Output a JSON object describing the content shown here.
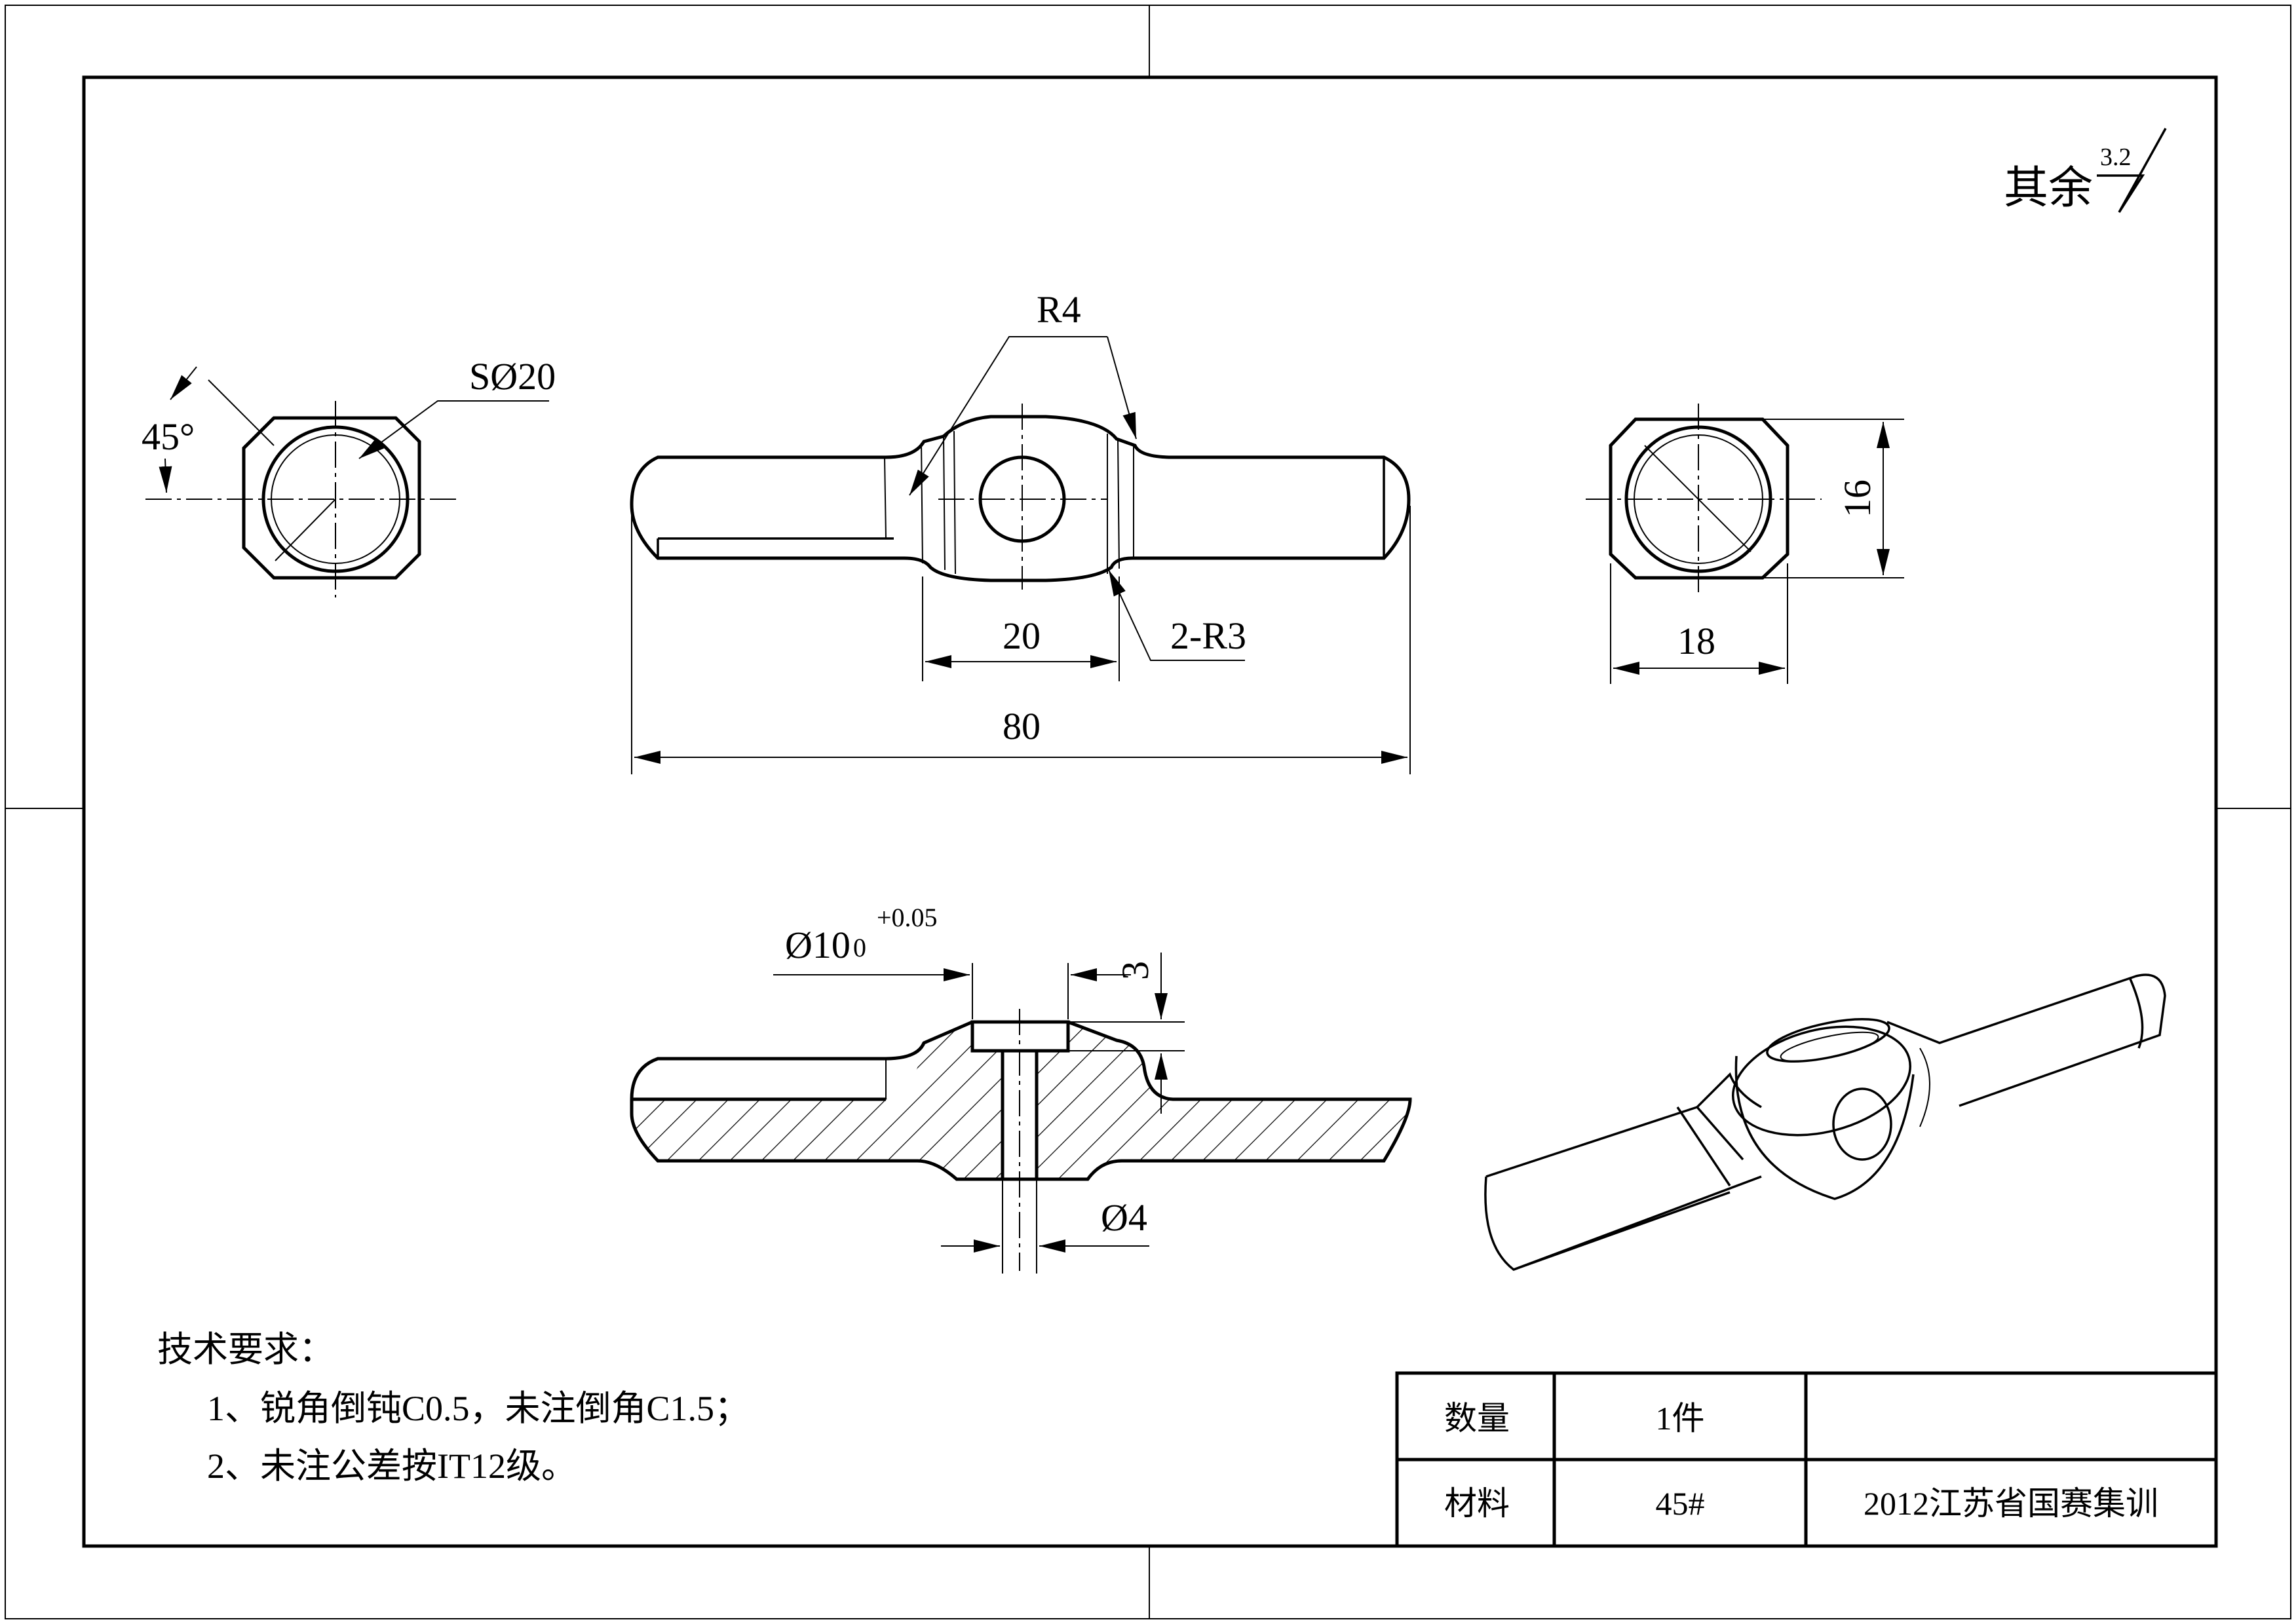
{
  "surface_finish": {
    "label": "其余",
    "roughness": "3.2"
  },
  "dimensions": {
    "left_view": {
      "chamfer_angle": "45°",
      "sphere": "SØ20"
    },
    "front_view": {
      "radius_top": "R4",
      "radius_bottom": "2-R3",
      "middle_width": "20",
      "overall_length": "80"
    },
    "right_view": {
      "height": "16",
      "width": "18"
    },
    "section_view": {
      "bore_nominal": "Ø10",
      "bore_upper_tol": "+0.05",
      "bore_lower_tol": "0",
      "bore_depth": "3",
      "hole": "Ø4"
    }
  },
  "tech_requirements": {
    "title": "技术要求：",
    "items": [
      "1、锐角倒钝C0.5，未注倒角C1.5；",
      "2、未注公差按IT12级。"
    ]
  },
  "title_block": {
    "quantity_label": "数量",
    "quantity_value": "1件",
    "material_label": "材料",
    "material_value": "45#",
    "project": "2012江苏省国赛集训"
  }
}
